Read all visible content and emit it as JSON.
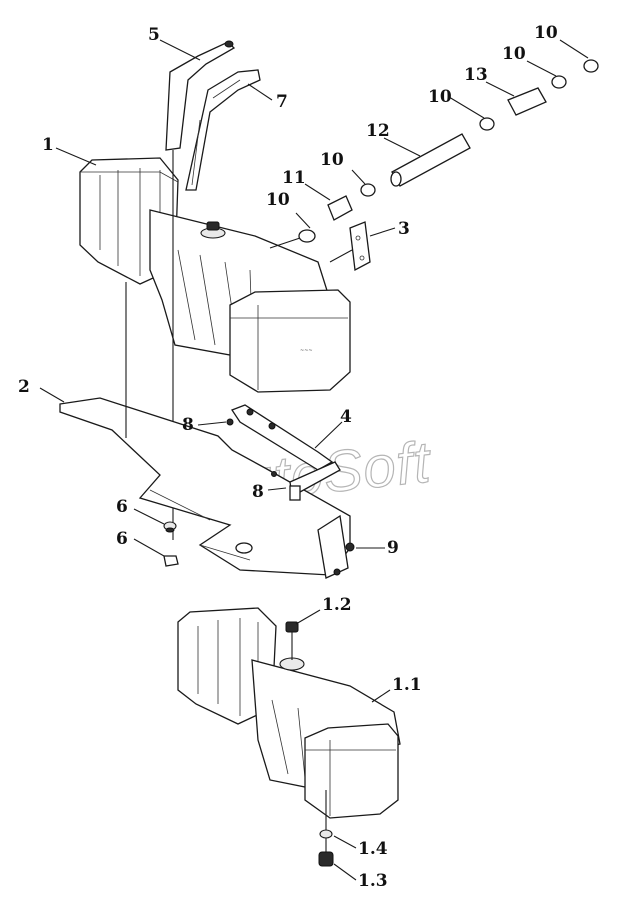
{
  "watermark": "AutoSoft",
  "callouts": {
    "c1": "1",
    "c2": "2",
    "c3": "3",
    "c4": "4",
    "c5": "5",
    "c6a": "6",
    "c6b": "6",
    "c7": "7",
    "c8a": "8",
    "c8b": "8",
    "c9": "9",
    "c10a": "10",
    "c10b": "10",
    "c10c": "10",
    "c10d": "10",
    "c10e": "10",
    "c11": "11",
    "c12": "12",
    "c13": "13",
    "c1_1": "1.1",
    "c1_2": "1.2",
    "c1_3": "1.3",
    "c1_4": "1.4"
  }
}
